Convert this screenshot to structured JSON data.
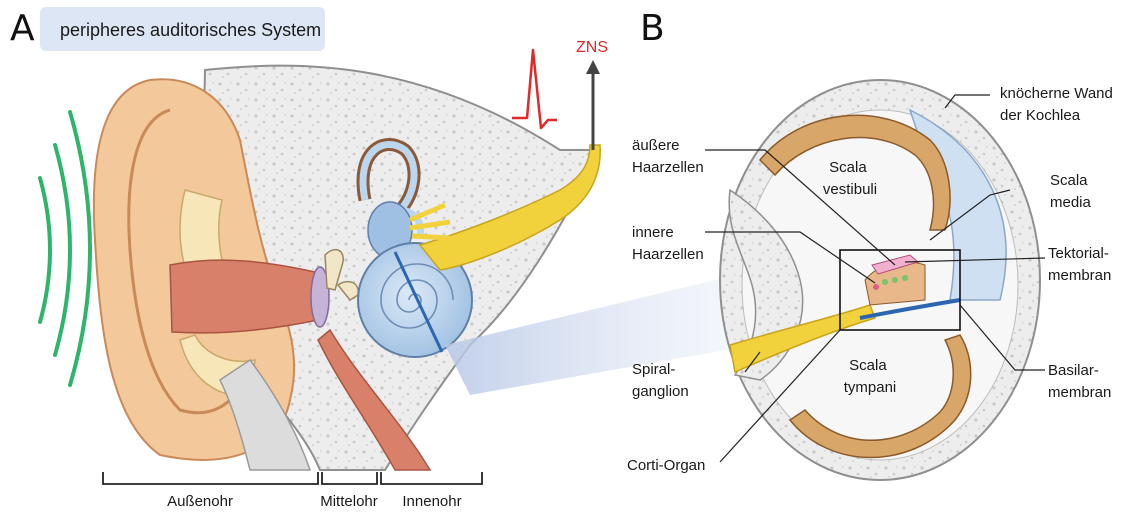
{
  "panel_a": {
    "letter": "A",
    "title": "peripheres auditorisches System",
    "zns": "ZNS",
    "regions": [
      "Außenohr",
      "Mittelohr",
      "Innenohr"
    ]
  },
  "panel_b": {
    "letter": "B",
    "labels": {
      "knocherne_line1": "knöcherne Wand",
      "knocherne_line2": "der Kochlea",
      "scala_vestibuli_line1": "Scala",
      "scala_vestibuli_line2": "vestibuli",
      "scala_media_line1": "Scala",
      "scala_media_line2": "media",
      "tektorial_line1": "Tektorial-",
      "tektorial_line2": "membran",
      "basilar_line1": "Basilar-",
      "basilar_line2": "membran",
      "scala_tympani_line1": "Scala",
      "scala_tympani_line2": "tympani",
      "aeussere_line1": "äußere",
      "aeussere_line2": "Haarzellen",
      "innere_line1": "innere",
      "innere_line2": "Haarzellen",
      "spiral_line1": "Spiral-",
      "spiral_line2": "ganglion",
      "corti": "Corti-Organ"
    }
  },
  "colors": {
    "skin": "#f3c89a",
    "bone": "#ececec",
    "canal": "#d9806a",
    "nerve": "#f2d23c",
    "cochlea": "#bcd6ee",
    "sound_waves": "#2fb56a",
    "zns_red": "#e02a2a",
    "title_box": "#dde6f4"
  }
}
